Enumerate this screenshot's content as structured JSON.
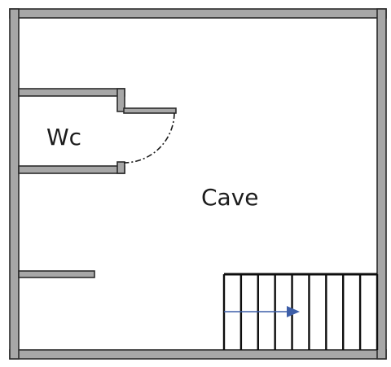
{
  "plan": {
    "rooms": [
      {
        "id": "wc",
        "label": "Wc"
      },
      {
        "id": "cave",
        "label": "Cave"
      }
    ],
    "stairs": {
      "tread_count": 10,
      "direction": "right"
    },
    "colors": {
      "wall_fill": "#a7a7a7",
      "wall_outline": "#2b2b2b",
      "arrow": "#3d5ea8",
      "background": "#ffffff"
    }
  }
}
